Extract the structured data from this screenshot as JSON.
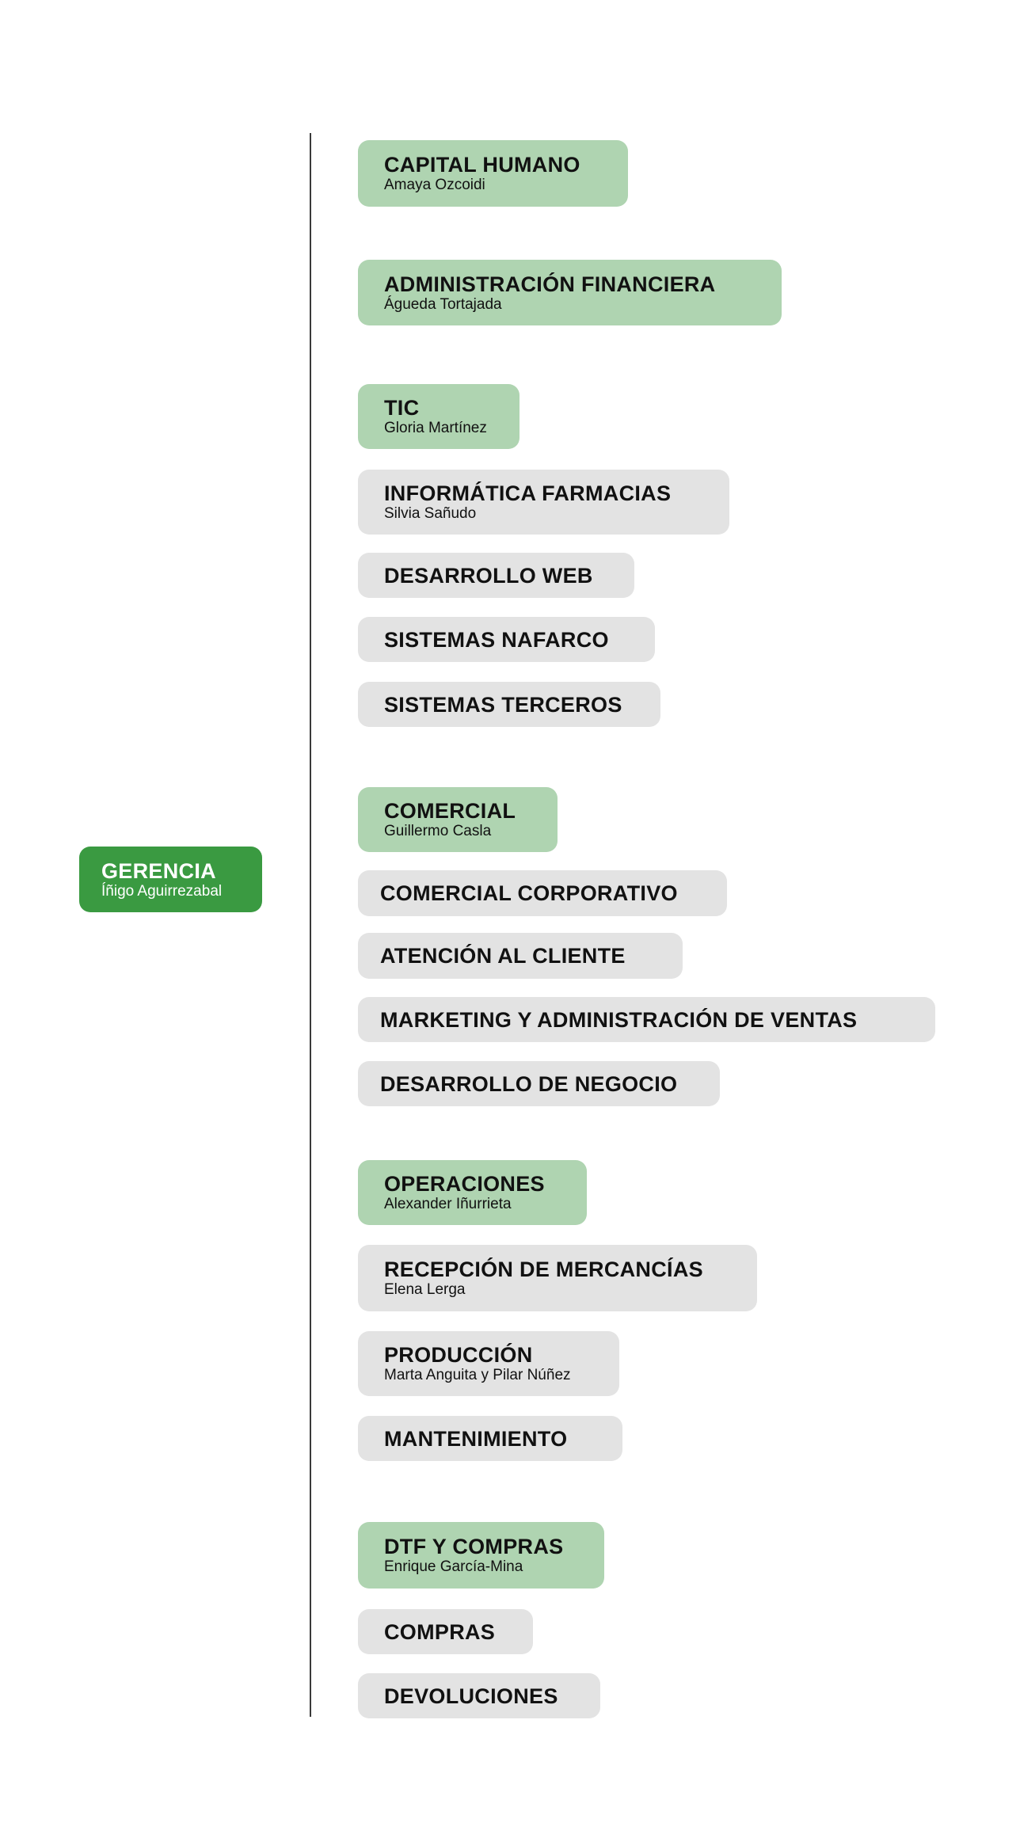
{
  "root": {
    "title": "GERENCIA",
    "person": "Íñigo Aguirrezabal"
  },
  "units": [
    {
      "title": "CAPITAL HUMANO",
      "person": "Amaya Ozcoidi"
    },
    {
      "title": "ADMINISTRACIÓN FINANCIERA",
      "person": "Águeda Tortajada"
    },
    {
      "title": "TIC",
      "person": "Gloria Martínez"
    },
    {
      "title": "INFORMÁTICA FARMACIAS",
      "person": "Silvia Sañudo"
    },
    {
      "title": "DESARROLLO WEB"
    },
    {
      "title": "SISTEMAS NAFARCO"
    },
    {
      "title": "SISTEMAS TERCEROS"
    },
    {
      "title": "COMERCIAL",
      "person": "Guillermo Casla"
    },
    {
      "title": "COMERCIAL CORPORATIVO"
    },
    {
      "title": "ATENCIÓN AL CLIENTE"
    },
    {
      "title": "MARKETING Y ADMINISTRACIÓN DE VENTAS"
    },
    {
      "title": "DESARROLLO DE NEGOCIO"
    },
    {
      "title": "OPERACIONES",
      "person": "Alexander Iñurrieta"
    },
    {
      "title": "RECEPCIÓN DE MERCANCÍAS",
      "person": "Elena Lerga"
    },
    {
      "title": "PRODUCCIÓN",
      "person": "Marta Anguita y Pilar Núñez"
    },
    {
      "title": "MANTENIMIENTO"
    },
    {
      "title": "DTF Y COMPRAS",
      "person": "Enrique García-Mina"
    },
    {
      "title": "COMPRAS"
    },
    {
      "title": "DEVOLUCIONES"
    }
  ],
  "colors": {
    "root": "#3a9a41",
    "head": "#afd4b1",
    "sub": "#e3e3e3"
  }
}
